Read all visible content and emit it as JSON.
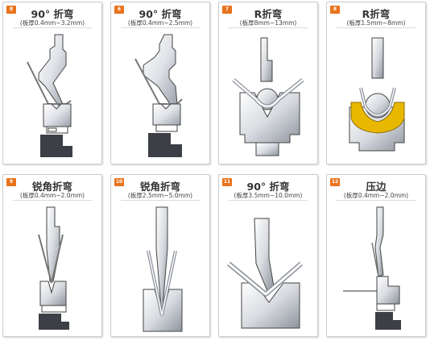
{
  "panels": [
    {
      "number": "8",
      "title": "90° 折弯",
      "subtitle": "(板厚0.4mm~3.2mm)"
    },
    {
      "number": "6",
      "title": "90° 折弯",
      "subtitle": "(板厚0.4mm~2.5mm)"
    },
    {
      "number": "7",
      "title": "R折弯",
      "subtitle": "(板厚8mm~13mm)"
    },
    {
      "number": "8",
      "title": "R折弯",
      "subtitle": "(板厚1.5mm~8mm)"
    },
    {
      "number": "9",
      "title": "锐角折弯",
      "subtitle": "(板厚0.4mm~2.0mm)"
    },
    {
      "number": "10",
      "title": "锐角折弯",
      "subtitle": "(板厚2.5mm~5.0mm)"
    },
    {
      "number": "11",
      "title": "90° 折弯",
      "subtitle": "(板厚3.5mm~10.0mm)"
    },
    {
      "number": "12",
      "title": "压边",
      "subtitle": "(板厚0.4mm~2.0mm)"
    }
  ],
  "colors": {
    "badge": "#e8731d",
    "urethane_pad": "#e8b800",
    "sheet": "#8a8f99",
    "die_dark": "#3c3f46"
  }
}
